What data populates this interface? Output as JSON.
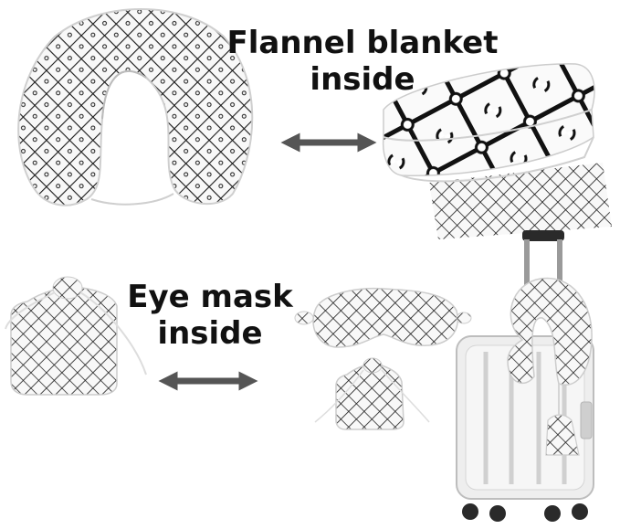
{
  "captions": {
    "flannel": {
      "line1": "Flannel  blanket",
      "line2": "inside"
    },
    "eyemask": {
      "line1": "Eye mask",
      "line2": "inside"
    }
  },
  "colors": {
    "pattern_ink": "#1a1a1a",
    "fabric": "#f7f7f7",
    "arrow": "#555555",
    "luggage_shell": "#eeeeee",
    "luggage_handle": "#9a9a9a",
    "wheel": "#2a2a2a"
  },
  "icons": {
    "double_arrow": "left-right-arrow-icon"
  }
}
